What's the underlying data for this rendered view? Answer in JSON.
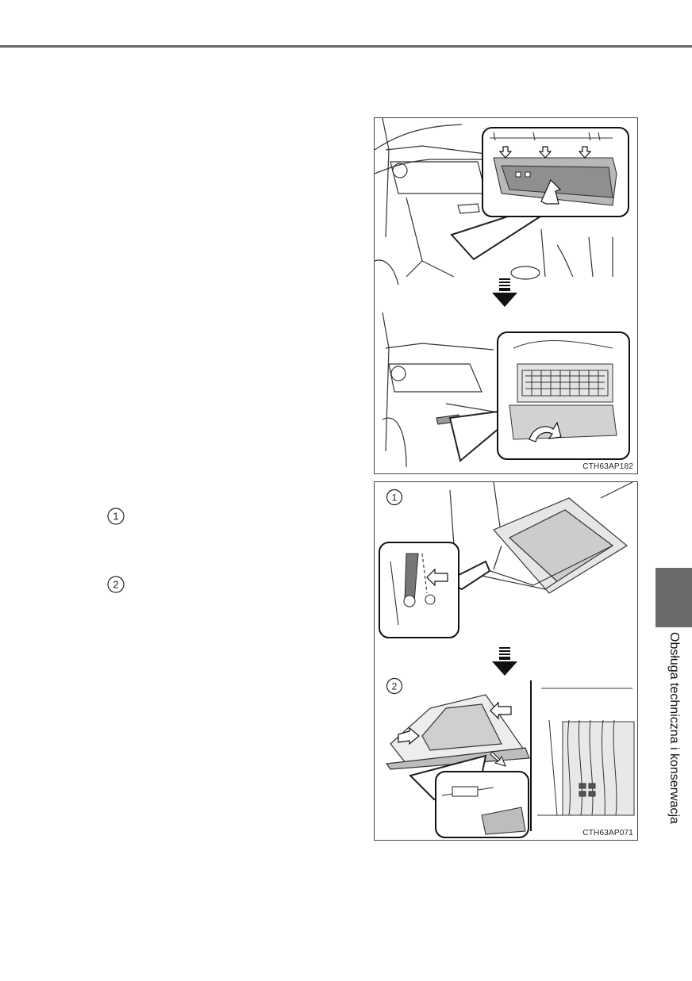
{
  "figures": [
    {
      "code": "CTH63AP182"
    },
    {
      "code": "CTH63AP071",
      "steps": [
        "1",
        "2"
      ]
    }
  ],
  "steps": [
    "1",
    "2"
  ],
  "side_tab": {
    "label": "Obsługa techniczna i konserwacja",
    "color": "#6b6b6b"
  }
}
